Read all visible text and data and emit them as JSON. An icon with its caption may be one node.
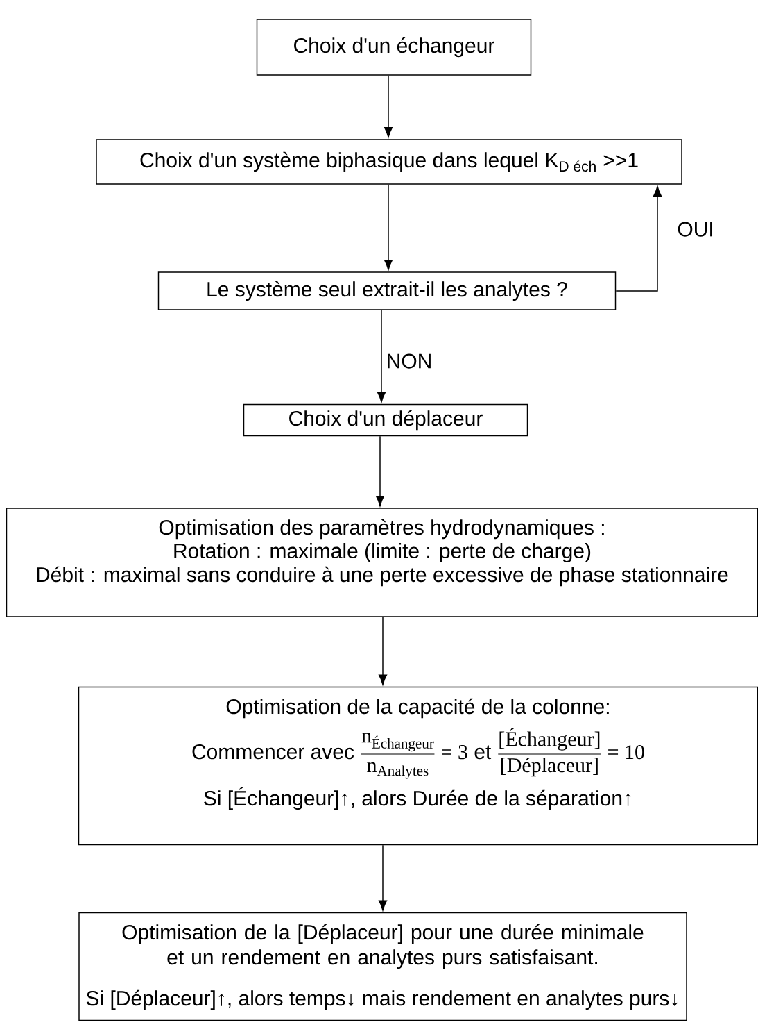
{
  "diagram": {
    "nodes": [
      {
        "text": [
          "Choix d'un échangeur"
        ]
      },
      {
        "text": [
          "Choix d'un système biphasique dans lequel",
          "\\text{K}_{\\text{D éch}}",
          ">>1"
        ]
      },
      {
        "text": [
          "Le système seul extrait-il les analytes ?"
        ]
      },
      {
        "text": [
          "Choix d'un déplaceur"
        ]
      },
      {
        "text": [
          "Optimisation des paramètres hydrodynamiques :",
          "Rotation : maximale (limite : perte de charge)",
          "Débit : maximal sans conduire à une perte excessive de phase stationnaire"
        ]
      },
      {
        "text": [
          "Optimisation de la capacité de la colonne:",
          "Commencer avec",
          "\\frac{\\text{n}_{\\text{Échangeur}}}{\\text{n}_{\\text{Analytes}}}\\text{ = 3}",
          "et",
          "\\frac{\\text{[Échangeur]}}{\\text{[Déplaceur]}}\\text{ = 10}",
          "Si [Échangeur]↑, alors Durée de la séparation↑"
        ]
      },
      {
        "text": [
          "Optimisation de la [Déplaceur] pour une durée minimale et un rendement en analytes purs satisfaisant.",
          "Si [Déplaceur]↑, alors temps↓ mais rendement en analytes purs↓"
        ]
      }
    ],
    "edges": [
      {
        "from": 0,
        "to": 1,
        "arrow": "to"
      },
      {
        "from": 1,
        "to": 2,
        "arrow": "to"
      },
      {
        "from": 2,
        "to": 1,
        "arrow": "to",
        "label": "OUI"
      },
      {
        "from": 2,
        "to": 3,
        "arrow": "to",
        "label": "NON"
      },
      {
        "from": 3,
        "to": 4,
        "arrow": "to"
      },
      {
        "from": 4,
        "to": 5,
        "arrow": "to"
      },
      {
        "from": 5,
        "to": 6,
        "arrow": "to"
      }
    ]
  }
}
